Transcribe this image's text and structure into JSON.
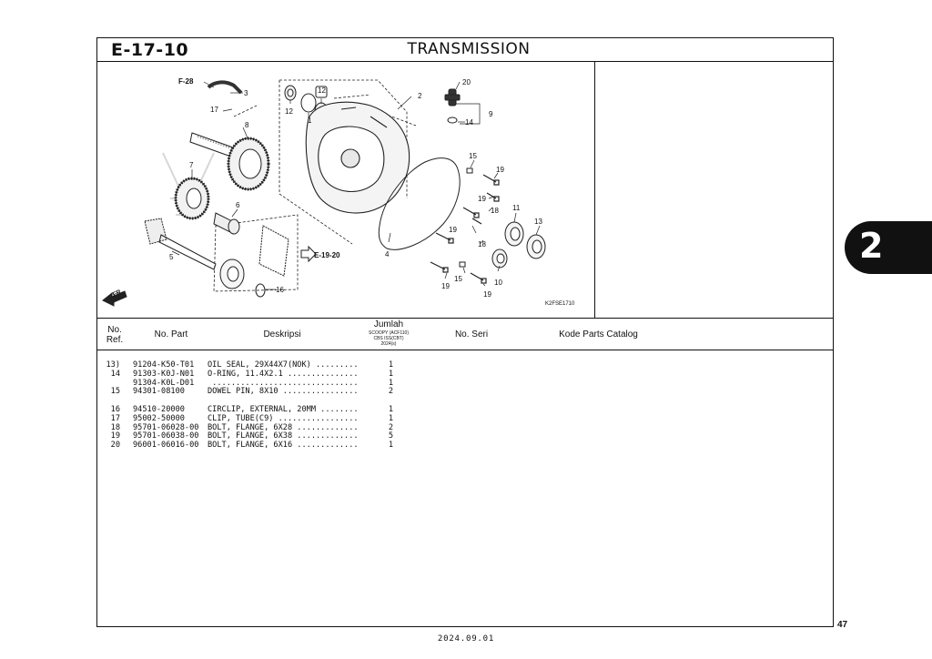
{
  "header": {
    "code": "E-17-10",
    "title": "TRANSMISSION"
  },
  "section_tab": "2",
  "diagram": {
    "refs": {
      "f28": "F-28",
      "e1920": "E-19-20",
      "fr": "FR.",
      "image_code": "K2FSE1710"
    },
    "callouts": [
      "1",
      "2",
      "3",
      "4",
      "5",
      "6",
      "7",
      "8",
      "9",
      "10",
      "11",
      "12",
      "12",
      "13",
      "14",
      "15",
      "15",
      "16",
      "17",
      "18",
      "18",
      "19",
      "19",
      "19",
      "19",
      "19",
      "20"
    ]
  },
  "table": {
    "headers": {
      "ref": "No.\nRef.",
      "part": "No. Part",
      "desc": "Deskripsi",
      "qty": "Jumlah",
      "qty_sub1": "SCOOPY (ACF110)",
      "qty_sub2": "CBS ISS(CBT)",
      "qty_sub3": "2024(s)",
      "serial": "No. Seri",
      "catalog": "Kode Parts Catalog"
    },
    "rows": [
      {
        "ref": "13)",
        "part": "91204-K50-T01",
        "desc": "OIL SEAL, 29X44X7(NOK) .........",
        "qty": "1"
      },
      {
        "ref": "14",
        "part": "91303-K0J-N01",
        "desc": "O-RING, 11.4X2.1 ...............",
        "qty": "1"
      },
      {
        "ref": "",
        "part": "91304-K0L-D01",
        "desc": " ...............................",
        "qty": "1"
      },
      {
        "ref": "15",
        "part": "94301-08100",
        "desc": "DOWEL PIN, 8X10 ................",
        "qty": "2"
      },
      {
        "gap": true
      },
      {
        "ref": "16",
        "part": "94510-20000",
        "desc": "CIRCLIP, EXTERNAL, 20MM ........",
        "qty": "1"
      },
      {
        "ref": "17",
        "part": "95002-50000",
        "desc": "CLIP, TUBE(C9) .................",
        "qty": "1"
      },
      {
        "ref": "18",
        "part": "95701-06028-00",
        "desc": "BOLT, FLANGE, 6X28 .............",
        "qty": "2"
      },
      {
        "ref": "19",
        "part": "95701-06038-00",
        "desc": "BOLT, FLANGE, 6X38 .............",
        "qty": "5"
      },
      {
        "ref": "20",
        "part": "96001-06016-00",
        "desc": "BOLT, FLANGE, 6X16 .............",
        "qty": "1"
      }
    ]
  },
  "footer": {
    "date": "2024.09.01",
    "page": "47"
  }
}
